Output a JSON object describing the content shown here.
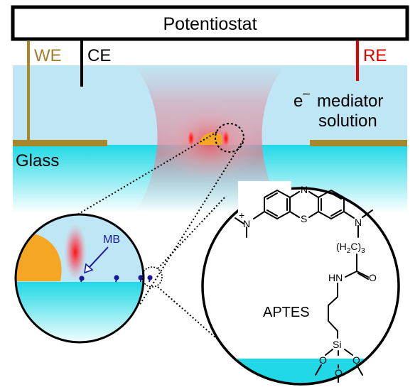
{
  "header": {
    "title": "Potentiostat"
  },
  "electrodes": {
    "we": "WE",
    "ce": "CE",
    "re": "RE"
  },
  "solution": {
    "mediator_sup": "e",
    "mediator_line1": "mediator",
    "mediator_line2": "solution"
  },
  "substrate": {
    "label": "Glass"
  },
  "inset_left": {
    "label": "MB"
  },
  "inset_right": {
    "label": "APTES",
    "atoms": {
      "n_top": "N",
      "s": "S",
      "n_plus": "N",
      "plus": "+",
      "n_right": "N",
      "h2c": "(H",
      "h2c_sub": "2",
      "h2c_c": "C)",
      "h2c_sub3": "3",
      "hn": "HN",
      "o_carbonyl": "O",
      "si": "Si",
      "o1": "O",
      "o2": "O",
      "o3": "O"
    }
  },
  "colors": {
    "we_label": "#a08030",
    "re_label": "#e00000",
    "gold": "#a8862a",
    "orange": "#f5a623",
    "glass": "#33dbe8",
    "solution": "#bfe6f5",
    "mb_dot": "#1a1a99",
    "mb_label": "#1a1aa0"
  }
}
